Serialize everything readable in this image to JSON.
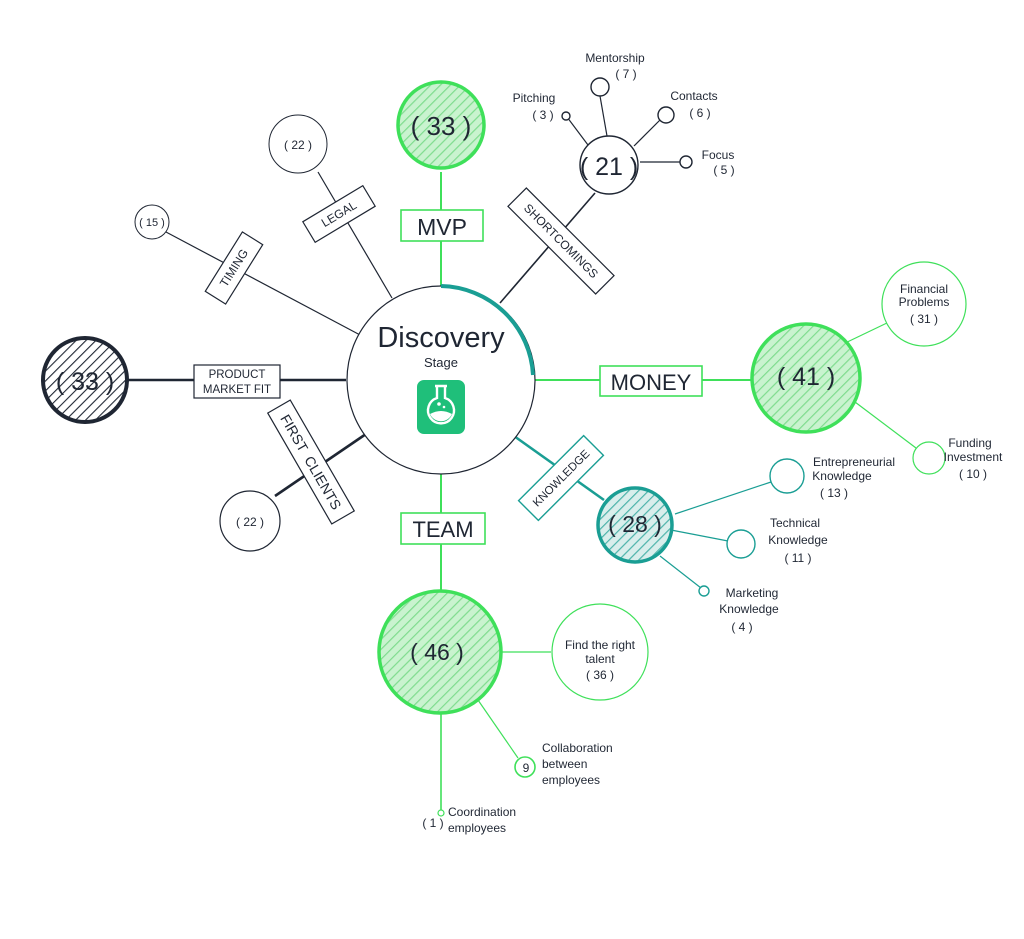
{
  "center": {
    "title": "Discovery",
    "subtitle": "Stage",
    "icon": "flask-icon"
  },
  "colors": {
    "dark": "#1f2633",
    "green": "#3fe05a",
    "teal": "#1a9e94",
    "hatch_dark": "#1f2633",
    "hatch_green": "#9be8a8",
    "hatch_teal": "#4cb3aa"
  },
  "branches": {
    "mvp": {
      "label": "MVP",
      "count": "( 33 )"
    },
    "legal": {
      "label": "LEGAL",
      "count": "( 22 )"
    },
    "timing": {
      "label": "TIMING",
      "count": "( 15 )"
    },
    "shortcomings": {
      "label": "SHORTCOMINGS",
      "count": "( 21 )",
      "items": {
        "mentorship": {
          "label": "Mentorship",
          "count": "( 7 )"
        },
        "pitching": {
          "label": "Pitching",
          "count": "( 3 )"
        },
        "contacts": {
          "label": "Contacts",
          "count": "( 6 )"
        },
        "focus": {
          "label": "Focus",
          "count": "( 5 )"
        }
      }
    },
    "pmf": {
      "label_line1": "PRODUCT",
      "label_line2": "MARKET FIT",
      "count": "( 33 )"
    },
    "first_clients": {
      "label": "FIRST  CLIENTS",
      "count": "( 22 )"
    },
    "money": {
      "label": "MONEY",
      "count": "( 41 )",
      "items": {
        "financial": {
          "line1": "Financial",
          "line2": "Problems",
          "count": "( 31 )"
        },
        "funding": {
          "line1": "Funding",
          "line2": "Investment",
          "count": "( 10 )"
        }
      }
    },
    "knowledge": {
      "label": "KNOWLEDGE",
      "count": "( 28 )",
      "items": {
        "entrepreneurial": {
          "line1": "Entrepreneurial",
          "line2": "Knowledge",
          "count": "( 13 )"
        },
        "technical": {
          "line1": "Technical",
          "line2": "Knowledge",
          "count": "( 11 )"
        },
        "marketing": {
          "line1": "Marketing",
          "line2": "Knowledge",
          "count": "( 4 )"
        }
      }
    },
    "team": {
      "label": "TEAM",
      "count": "( 46 )",
      "items": {
        "talent": {
          "line1": "Find the right",
          "line2": "talent",
          "count": "( 36 )"
        },
        "collab": {
          "line1": "Collaboration",
          "line2": "between",
          "line3": "employees",
          "count": "9"
        },
        "coord": {
          "line1": "Coordination",
          "line2": "employees",
          "count": "( 1 )"
        }
      }
    }
  }
}
